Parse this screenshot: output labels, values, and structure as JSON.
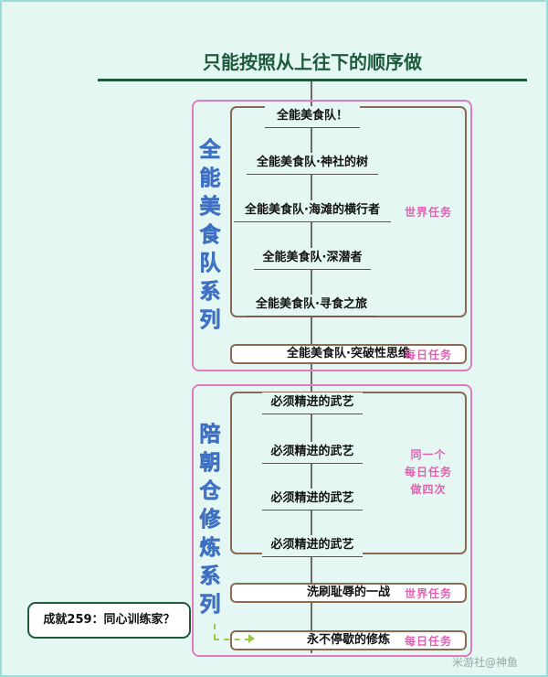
{
  "title": "只能按照从上往下的顺序做",
  "series": [
    {
      "label": "全能美食队系列",
      "nodes": [
        "全能美食队！",
        "全能美食队·神社的树",
        "全能美食队·海滩的横行者",
        "全能美食队·深潜者",
        "全能美食队·寻食之旅",
        "全能美食队·突破性思维"
      ],
      "tags": [
        "世界任务",
        "每日任务"
      ]
    },
    {
      "label": "陪朝仓修炼系列",
      "nodes": [
        "必须精进的武艺",
        "必须精进的武艺",
        "必须精进的武艺",
        "必须精进的武艺",
        "洗刷耻辱的一战",
        "永不停歇的修炼"
      ],
      "tags": [
        "同一个",
        "每日任务",
        "做四次",
        "世界任务",
        "每日任务"
      ]
    }
  ],
  "achievement": "成就259：同心训练家？",
  "watermark": "米游社@神鱼",
  "colors": {
    "title": "#1d5b3c",
    "series_border": "#e07bbd",
    "series_label": "#5b8ee0",
    "tag": "#e25fb2",
    "group_border": "#8a6a55"
  }
}
